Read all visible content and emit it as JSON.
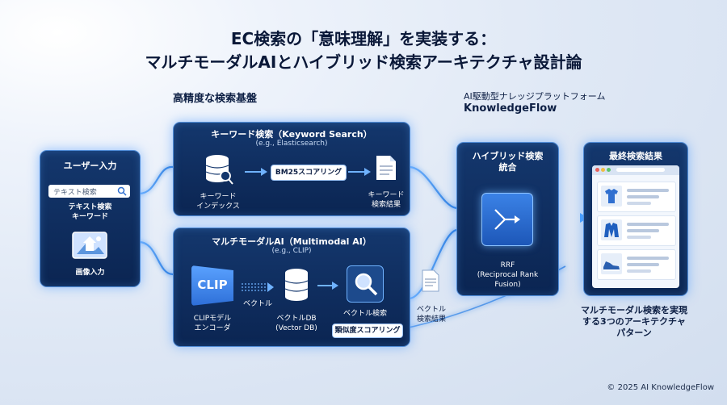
{
  "title": {
    "line1": "EC検索の「意味理解」を実装する：",
    "line2": "マルチモーダルAIとハイブリッド検索アーキテクチャ設計論"
  },
  "sections": {
    "left_label": "高精度な検索基盤",
    "platform_label": "AI駆動型ナレッジプラットフォーム",
    "platform_name": "KnowledgeFlow"
  },
  "user_input": {
    "title": "ユーザー入力",
    "search_placeholder": "テキスト検索",
    "text_label_1": "テキスト検索",
    "text_label_2": "キーワード",
    "image_label": "画像入力"
  },
  "keyword_panel": {
    "title": "キーワード検索（Keyword Search）",
    "subtitle": "(e.g., Elasticsearch)",
    "index_label_1": "キーワード",
    "index_label_2": "インデックス",
    "scoring": "BM25スコアリング",
    "result_label_1": "キーワード",
    "result_label_2": "検索結果"
  },
  "multimodal_panel": {
    "title": "マルチモーダルAI（Multimodal AI）",
    "subtitle": "(e.g., CLIP)",
    "clip_text": "CLIP",
    "vector_label": "ベクトル",
    "encoder_label_1": "CLIPモデル",
    "encoder_label_2": "エンコーダ",
    "db_label_1": "ベクトルDB",
    "db_label_2": "(Vector DB)",
    "search_label": "ベクトル検索",
    "similarity": "類似度スコアリング"
  },
  "vector_result": {
    "label_1": "ベクトル",
    "label_2": "検索結果"
  },
  "hybrid_panel": {
    "title_1": "ハイブリッド検索",
    "title_2": "統合",
    "rrf_1": "RRF",
    "rrf_2": "(Reciprocal Rank",
    "rrf_3": "Fusion)"
  },
  "results_panel": {
    "title": "最終検索結果"
  },
  "caption": {
    "line1": "マルチモーダル検索を実現",
    "line2": "する3つのアーキテクチャ",
    "line3": "パターン"
  },
  "footer": "© 2025 AI KnowledgeFlow",
  "colors": {
    "panel_dark": "#0b2552",
    "glow": "#4f8bd6",
    "accent": "#2f7fe0"
  }
}
